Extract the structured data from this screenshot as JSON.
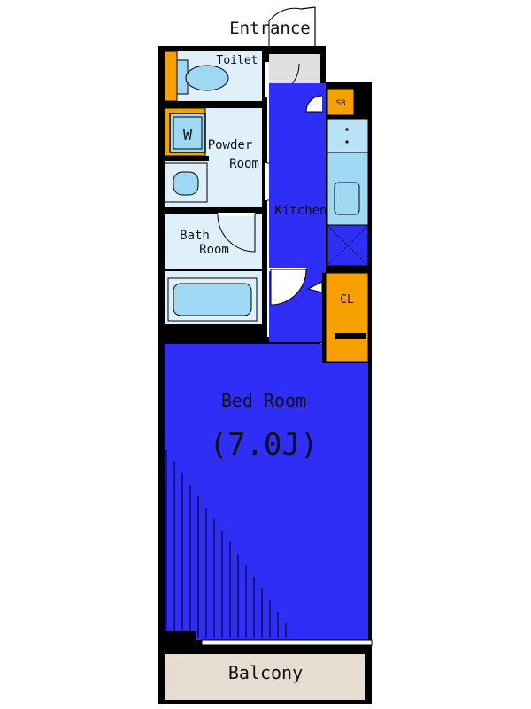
{
  "floorplan": {
    "entrance_label": "Entrance",
    "rooms": {
      "toilet": "Toilet",
      "powder_room_line1": "Powder",
      "powder_room_line2": "Room",
      "kitchen": "Kitchen",
      "bath_room_line1": "Bath",
      "bath_room_line2": "Room",
      "bed_room": "Bed Room",
      "bed_room_size": "(7.0J)",
      "balcony": "Balcony"
    },
    "fixtures": {
      "washer": "W",
      "shoe_box": "SB",
      "closet": "CL"
    }
  },
  "colors": {
    "wall": "#000000",
    "bed_room_floor": "#2e2ef6",
    "wet_area_floor": "#dff0fb",
    "fixture_fill": "#9fd8f2",
    "storage_orange": "#f7a000",
    "balcony_floor": "#e6dcd2",
    "entrance_floor": "#e0e0e0"
  }
}
